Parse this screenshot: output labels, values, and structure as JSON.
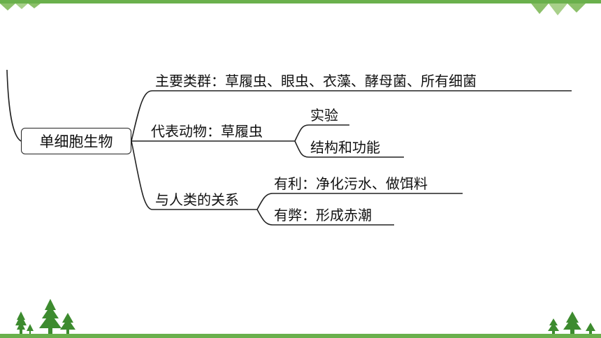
{
  "root": {
    "label": "单细胞生物"
  },
  "branches": [
    {
      "label": "主要类群：草履虫、眼虫、衣藻、酵母菌、所有细菌"
    },
    {
      "label": "代表动物：草履虫",
      "children": [
        {
          "label": "实验"
        },
        {
          "label": "结构和功能"
        }
      ]
    },
    {
      "label": "与人类的关系",
      "children": [
        {
          "label": "有利：净化污水、做饵料"
        },
        {
          "label": "有弊：形成赤潮"
        }
      ]
    }
  ],
  "colors": {
    "accent": "#6ab04c",
    "tree": "#3d8b2f",
    "line": "#222222"
  },
  "icons": [
    "triangle-bunting-icon",
    "pine-tree-icon"
  ]
}
